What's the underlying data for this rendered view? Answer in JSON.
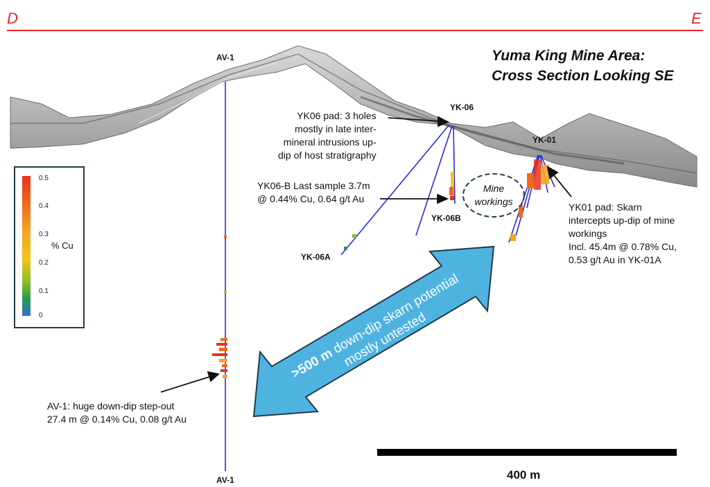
{
  "corners": {
    "left": "D",
    "right": "E"
  },
  "title": {
    "line1": "Yuma King Mine Area:",
    "line2": "Cross Section Looking SE"
  },
  "holes": {
    "av1_top": "AV-1",
    "av1_bottom": "AV-1",
    "yk06": "YK-06",
    "yk06a": "YK-06A",
    "yk06b": "YK-06B",
    "yk01": "YK-01"
  },
  "annotations": {
    "yk06_pad": [
      "YK06 pad: 3 holes",
      "mostly in late inter-",
      "mineral intrusions up-",
      "dip of host stratigraphy"
    ],
    "yk06b_sample": [
      "YK06-B Last sample 3.7m",
      "@ 0.44% Cu, 0.64 g/t Au"
    ],
    "mine_workings": [
      "Mine",
      "workings"
    ],
    "yk01_pad": [
      "YK01 pad: Skarn",
      "intercepts up-dip of mine",
      "workings",
      "Incl. 45.4m @ 0.78% Cu,",
      "0.53 g/t Au in YK-01A"
    ],
    "av1_stepout": [
      "AV-1: huge down-dip step-out",
      "27.4 m @ 0.14% Cu, 0.08 g/t Au"
    ]
  },
  "arrow": {
    "bold": ">500 m",
    "rest": " down-dip skarn potential",
    "line2": "mostly untested"
  },
  "legend": {
    "title": "% Cu",
    "ticks": [
      "0.5",
      "0.4",
      "0.3",
      "0.2",
      "0.1",
      "0"
    ],
    "colors": [
      "#e8321e",
      "#f06a1a",
      "#f5a623",
      "#f2c41d",
      "#8fbf2a",
      "#2a9a4a",
      "#2f6fd0"
    ]
  },
  "scale_bar": {
    "label": "400 m"
  },
  "colors": {
    "hole_trace": "#2a2ad8",
    "corner_red": "#e3262b",
    "arrow_fill": "#4fb3e0"
  }
}
